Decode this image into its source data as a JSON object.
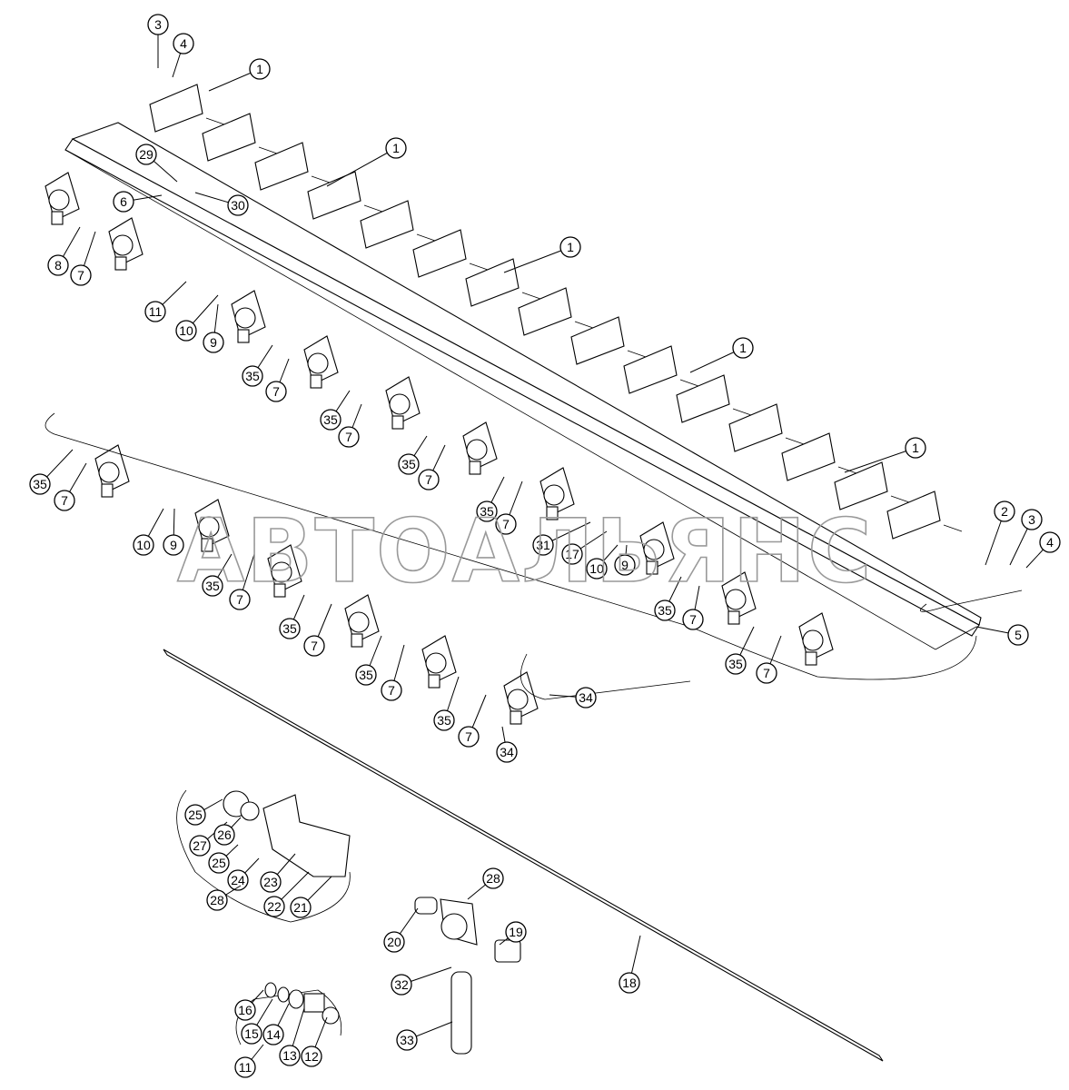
{
  "watermark": "АВТОАЛЬЯНС",
  "callouts": [
    "1",
    "2",
    "3",
    "4",
    "5",
    "6",
    "7",
    "8",
    "9",
    "10",
    "11",
    "12",
    "13",
    "14",
    "15",
    "16",
    "17",
    "18",
    "19",
    "20",
    "21",
    "22",
    "23",
    "24",
    "25",
    "26",
    "27",
    "28",
    "29",
    "30",
    "31",
    "32",
    "33",
    "34",
    "35"
  ]
}
